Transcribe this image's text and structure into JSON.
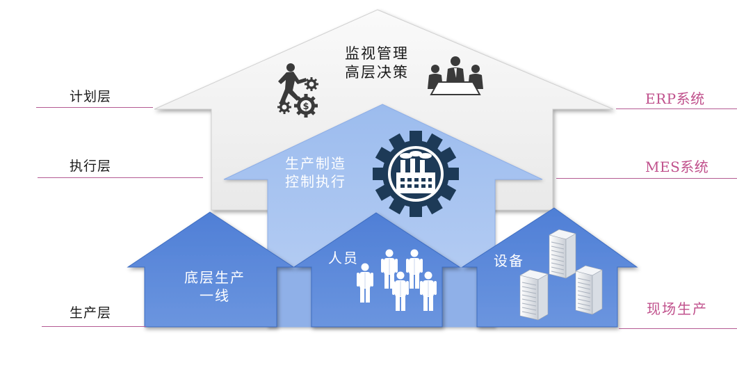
{
  "layers": {
    "plan": {
      "left_label": "计划层",
      "right_label": "ERP系统"
    },
    "exec": {
      "left_label": "执行层",
      "right_label": "MES系统"
    },
    "prod": {
      "left_label": "生产层",
      "right_label": "现场生产"
    }
  },
  "top_block": {
    "line1": "监视管理",
    "line2": "高层决策"
  },
  "middle_block": {
    "line1": "生产制造",
    "line2": "控制执行"
  },
  "bottom_blocks": {
    "frontline": {
      "line1": "底层生产",
      "line2": "一线"
    },
    "people": {
      "label": "人员"
    },
    "equipment": {
      "label": "设备"
    }
  },
  "icons": [
    "runner-money-gears-icon",
    "meeting-people-icon",
    "factory-gear-icon",
    "people-group-icon",
    "server-rack-icon"
  ],
  "colors": {
    "outer_house": "#f2f2f2",
    "middle_house": "#a9c4f0",
    "bottom_house": "#5b87d8",
    "connector": "#8fb0e8",
    "right_label": "#c0508c",
    "separator": "#b45a92",
    "gear": "#1d3a57"
  }
}
